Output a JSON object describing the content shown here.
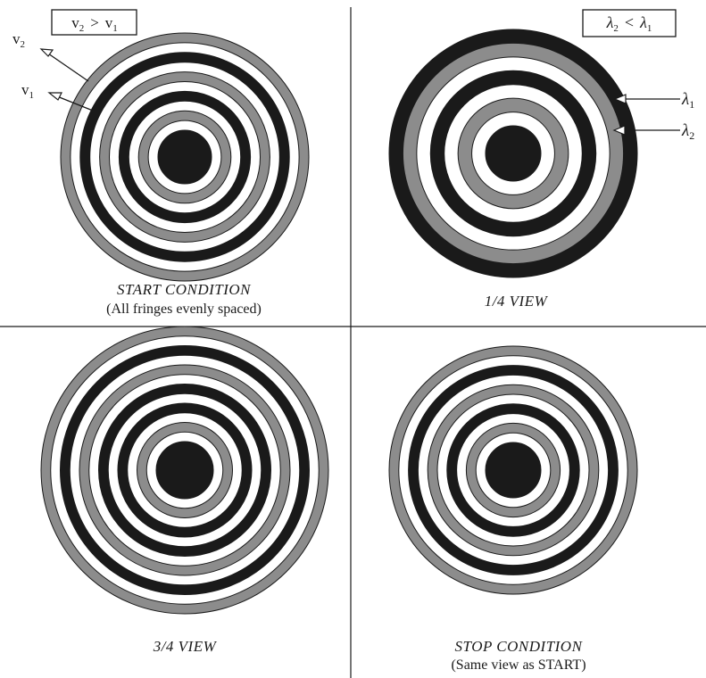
{
  "colors": {
    "dark": "#1a1a1a",
    "gray": "#8c8c8c",
    "light": "#ffffff",
    "outline": "#1a1a1a"
  },
  "legends": {
    "left": {
      "a": "v",
      "a_sub": "2",
      "op": ">",
      "b": "v",
      "b_sub": "1"
    },
    "right": {
      "a": "λ",
      "a_sub": "2",
      "op": "<",
      "b": "λ",
      "b_sub": "1"
    }
  },
  "callouts": {
    "v2": {
      "main": "v",
      "sub": "2"
    },
    "v1": {
      "main": "v",
      "sub": "1"
    },
    "lambda1": {
      "main": "λ",
      "sub": "1"
    },
    "lambda2": {
      "main": "λ",
      "sub": "2"
    }
  },
  "panels": [
    {
      "id": "start",
      "caption": "START CONDITION",
      "subcaption": "(All fringes evenly spaced)",
      "center_color": "dark",
      "rings": [
        "light",
        "gray",
        "light",
        "dark",
        "light",
        "gray",
        "light",
        "dark",
        "light",
        "gray"
      ]
    },
    {
      "id": "quarter",
      "caption": "1/4 VIEW",
      "subcaption": "",
      "center_color": "dark",
      "rings": [
        "light",
        "gray",
        "light",
        "dark",
        "light",
        "gray",
        "dark"
      ]
    },
    {
      "id": "three-quarter",
      "caption": "3/4 VIEW",
      "subcaption": "",
      "center_color": "dark",
      "rings": [
        "light",
        "gray",
        "light",
        "dark",
        "light",
        "dark",
        "light",
        "gray",
        "light",
        "dark",
        "light",
        "gray"
      ]
    },
    {
      "id": "stop",
      "caption": "STOP CONDITION",
      "subcaption": "(Same view as START)",
      "center_color": "dark",
      "rings": [
        "light",
        "gray",
        "light",
        "dark",
        "light",
        "gray",
        "light",
        "dark",
        "light",
        "gray"
      ]
    }
  ]
}
